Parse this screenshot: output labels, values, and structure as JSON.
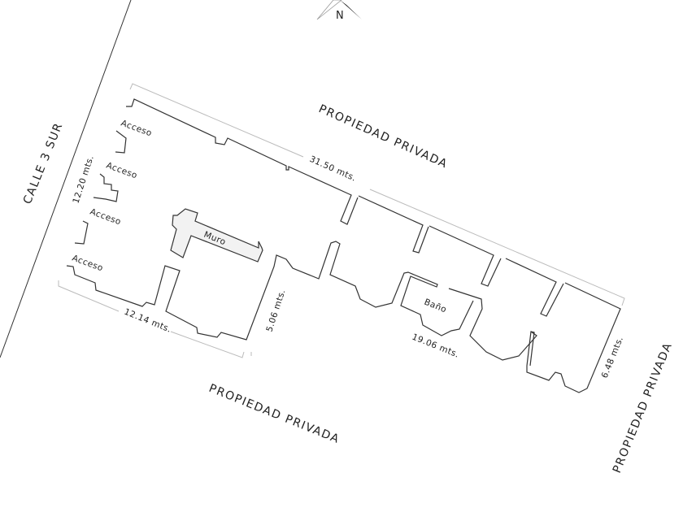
{
  "compass": {
    "label": "N"
  },
  "streets": {
    "left": "CALLE 3 SUR"
  },
  "neighbors": {
    "top": "PROPIEDAD PRIVADA",
    "bottom": "PROPIEDAD PRIVADA",
    "right": "PROPIEDAD PRIVADA"
  },
  "rooms": {
    "wall": "Muro",
    "bathroom": "Baño"
  },
  "accesses": [
    "Acceso",
    "Acceso",
    "Acceso",
    "Acceso"
  ],
  "dimensions": {
    "top": "31.50 mts.",
    "left": "12.20 mts.",
    "bottom_left": "12.14 mts.",
    "middle": "5.06 mts.",
    "bottom_right": "19.06 mts.",
    "right": "6.48 mts."
  },
  "colors": {
    "wall": "#333333",
    "dimension": "#bbbbbb",
    "muro_fill": "#f2f2f2"
  }
}
